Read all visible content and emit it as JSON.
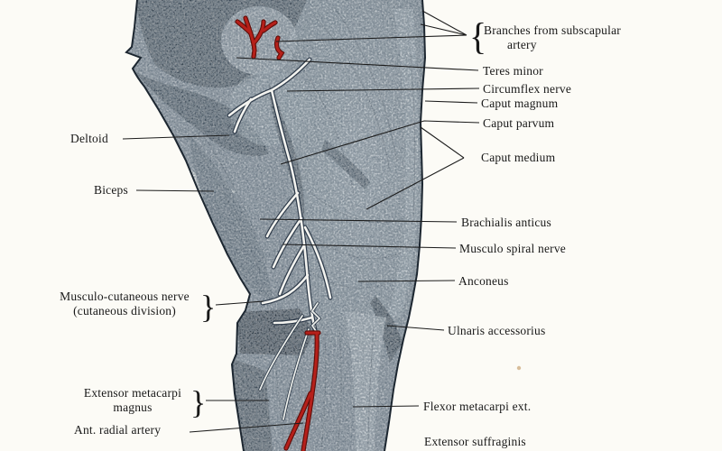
{
  "plate": {
    "kind": "anatomical-engraving",
    "colors": {
      "paper": "#fcfbf6",
      "ink_dark": "#232e3a",
      "ink_mid": "#77828e",
      "ink_light": "#b9c1c8",
      "artery_red": "#b6201a",
      "artery_red_dark": "#5e0d08",
      "nerve_white": "#f3f3ef",
      "label_text": "#181818",
      "leader_line": "#1c1c1c",
      "foxing_spot": "#b98a4e"
    }
  },
  "labels": {
    "right": [
      {
        "line1": "Branches from subscapular",
        "line2": "artery",
        "brace": "{"
      },
      {
        "text": "Teres minor"
      },
      {
        "text": "Circumflex nerve"
      },
      {
        "text": "Caput magnum"
      },
      {
        "text": "Caput parvum"
      },
      {
        "text": "Caput medium"
      },
      {
        "text": "Brachialis anticus"
      },
      {
        "text": "Musculo spiral nerve"
      },
      {
        "text": "Anconeus"
      },
      {
        "text": "Ulnaris accessorius"
      },
      {
        "text": "Flexor metacarpi ext."
      },
      {
        "text": "Extensor suffraginis"
      }
    ],
    "left": [
      {
        "text": "Deltoid"
      },
      {
        "text": "Biceps"
      },
      {
        "line1": "Musculo-cutaneous nerve",
        "line2": "(cutaneous division)",
        "brace": "}"
      },
      {
        "line1": "Extensor metacarpi",
        "line2": "magnus",
        "brace": "}"
      },
      {
        "text": "Ant. radial artery"
      }
    ]
  }
}
